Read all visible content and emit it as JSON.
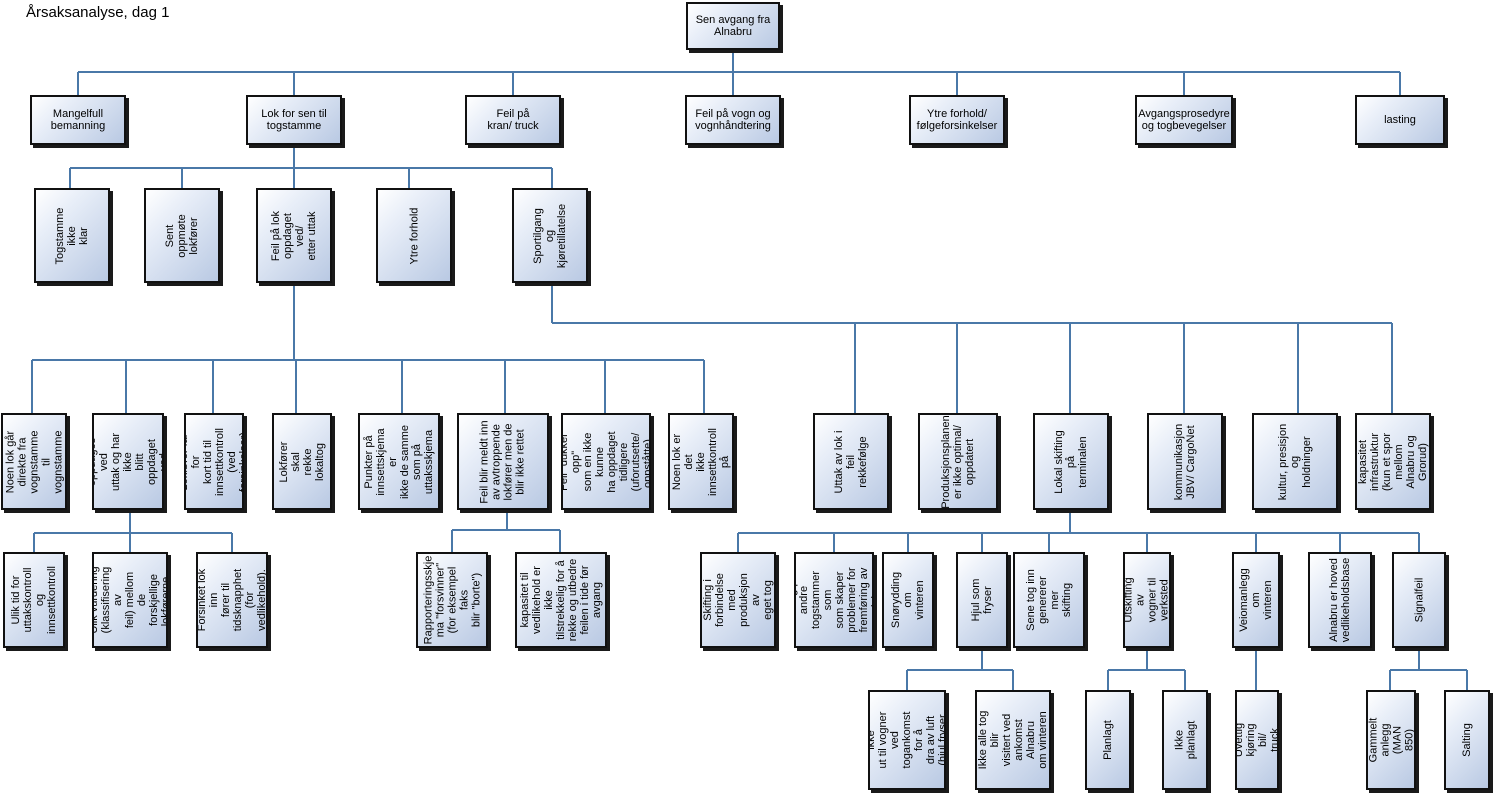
{
  "title": "Årsaksanalyse, dag 1",
  "root": "Sen avgang fra\nAlnabru",
  "level1": {
    "n1": "Mangelfull\nbemanning",
    "n2": "Lok for sen til\ntogstamme",
    "n3": "Feil på\nkran/ truck",
    "n4": "Feil på vogn og\nvognhåndtering",
    "n5": "Ytre forhold/\nfølgeforsinkelser",
    "n6": "Avgangsprosedyre\nog togbevegelser",
    "n7": "lasting"
  },
  "level2": {
    "a": "Togstamme ikke\nklar",
    "b": "Sent oppmøte\nlokfører",
    "c": "Feil på lok\noppdaget ved/\netter uttak",
    "d": "Ytre forhold",
    "e": "Sportilgang og\nkjøretillatelse"
  },
  "level3_left": {
    "c1": "Noen lok går\ndirekte fra\nvognstamme til\nvognstamme",
    "c2": "Feil oppdages ved\nuttak og har ikke\nblitt oppdaget ved\ninnsett",
    "c3": "Lokfører får for\nkort tid til\ninnsettkontroll\n(ved forsinkelser)",
    "c4": "Lokfører skal\nrekke lokaltog",
    "c5": "Punkter på\ninnsettskjema er\nikke de samme\nsom på\nuttaksskjema",
    "c6": "Feil blir meldt inn\nav avtroppende\nlokfører men de\nblir ikke rettet",
    "c7": "Feil \"dukker opp\"\nsom en ikke kunne\nha oppdaget\ntidligere\n(uforutsette/\noppståtte).",
    "c8": "Noen lok er det\nikke innsettkontroll\npå"
  },
  "level3_right": {
    "e1": "Uttak av lok i feil\nrekkefølge",
    "e2": "Produksjonsplanen\ner ikke optimal/\noppdatert",
    "e3": "Lokal skifting på\nterminalen",
    "e4": "kommunikasjon\nJBV/ CargoNet",
    "e5": "kultur, presisjon og\nholdninger",
    "e6": "kapasitet\ninfrastruktur\n(kun et spor\nmellom Alnabru og\nGrorud)"
  },
  "level4_left": {
    "c2a": "Ulik tid for\nuttakskontroll og\ninnsettkontroll",
    "c2b": "Ulik vurdering\n(klassifisering av\nfeil) mellom de\nforskjellige\nlokførerne.",
    "c2c": "Forsinket lok inn\nfører til\ntidsknapphet (for\nvedlikehold).",
    "c6a": "Rapporteringsskje\nma \"forsvinner\"\n(for eksempel faks\nblir \"borte\")",
    "c6b": "kapasitet til\nvedlikehold er ikke\ntilstrekkelig for å\nrekke og utbedre\nfeilen i tide før\navgang"
  },
  "level4_right": {
    "r1": "Skifting i\nforbindelse med\nproduksjon av\neget tog",
    "r2": "Skifting på andre\ntogstammer som\nsom skaper\nproblemer for\nfremføring av lok",
    "r3": "Snørydding om\nvinteren",
    "r4": "Hjul som fryser",
    "r5": "Sene tog inn\ngenererer mer\nskifting",
    "r6": "Utskifting av\nvogner til verksted",
    "r7": "Veiomanlegg om\nvinteren",
    "r8": "Alnabru er hoved\nvedlikeholdsbase",
    "r9": "Signalfeil"
  },
  "level5": {
    "r4a": "Visitører går ikke\nut til vogner ved\ntogankomst for å\ndra av luft\n(hjul fryser fast).",
    "r4b": "Ikke alle tog blir\nvisitert ved\nankomst Alnabru\nom vinteren",
    "r6a": "Planlagt",
    "r6b": "Ikke planlagt",
    "r7a": "Uvettig kjøring bil/\ntruck",
    "r9a": "Gammelt anlegg\n(MAN 850)",
    "r9b": "Salting"
  },
  "colors": {
    "line": "#4a78a8",
    "border": "#111111",
    "fill_light": "#e8eef8",
    "fill_dark": "#b9c9e3"
  }
}
